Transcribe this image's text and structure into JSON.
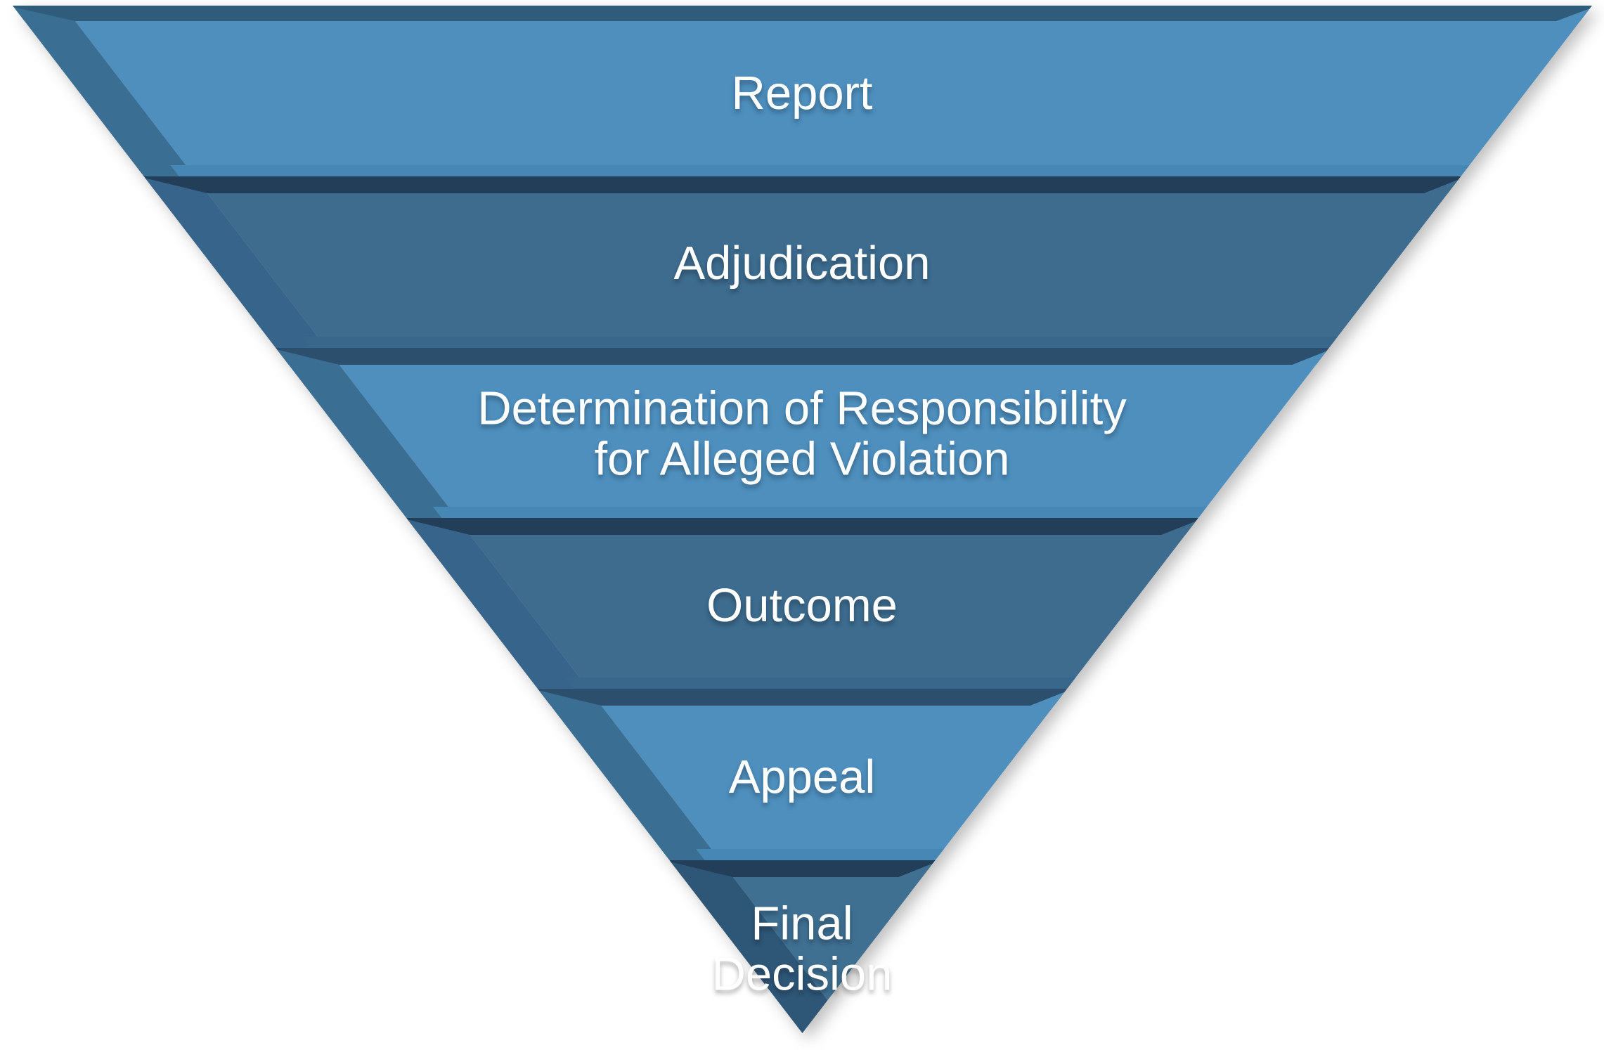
{
  "diagram": {
    "type": "inverted_pyramid_funnel",
    "direction": "top_to_bottom",
    "background_color": "#FFFFFF",
    "text_color": "#FFFFFF",
    "levels": [
      {
        "label": "Report",
        "lines": [
          "Report"
        ],
        "face_color": "#4E8FBE",
        "lip_color": "#305C7C",
        "bevel_color": "#3A6E93",
        "bottom_color": "#4787B5"
      },
      {
        "label": "Adjudication",
        "lines": [
          "Adjudication"
        ],
        "face_color": "#3D6C8F",
        "lip_color": "#223E58",
        "bevel_color": "#36648A",
        "bottom_color": "#39668B"
      },
      {
        "label": "Determination of Responsibility for Alleged Violation",
        "lines": [
          "Determination of Responsibility",
          "for Alleged Violation"
        ],
        "face_color": "#4E8FBE",
        "lip_color": "#2B4F6C",
        "bevel_color": "#3A6E93",
        "bottom_color": "#4787B5"
      },
      {
        "label": "Outcome",
        "lines": [
          "Outcome"
        ],
        "face_color": "#3D6C8F",
        "lip_color": "#223E58",
        "bevel_color": "#36648A",
        "bottom_color": "#39668B"
      },
      {
        "label": "Appeal",
        "lines": [
          "Appeal"
        ],
        "face_color": "#4E8FBE",
        "lip_color": "#2B4F6C",
        "bevel_color": "#3A6E93",
        "bottom_color": "#4787B5"
      },
      {
        "label": "Final Decision",
        "lines": [
          "Final",
          "Decision"
        ],
        "face_color": "#3F6F91",
        "lip_color": "#223E58",
        "bevel_color": "#2E5677",
        "bottom_color": "#2E5677"
      }
    ]
  },
  "chart_data": {
    "type": "funnel",
    "stages": [
      "Report",
      "Adjudication",
      "Determination of Responsibility for Alleged Violation",
      "Outcome",
      "Appeal",
      "Final Decision"
    ]
  }
}
